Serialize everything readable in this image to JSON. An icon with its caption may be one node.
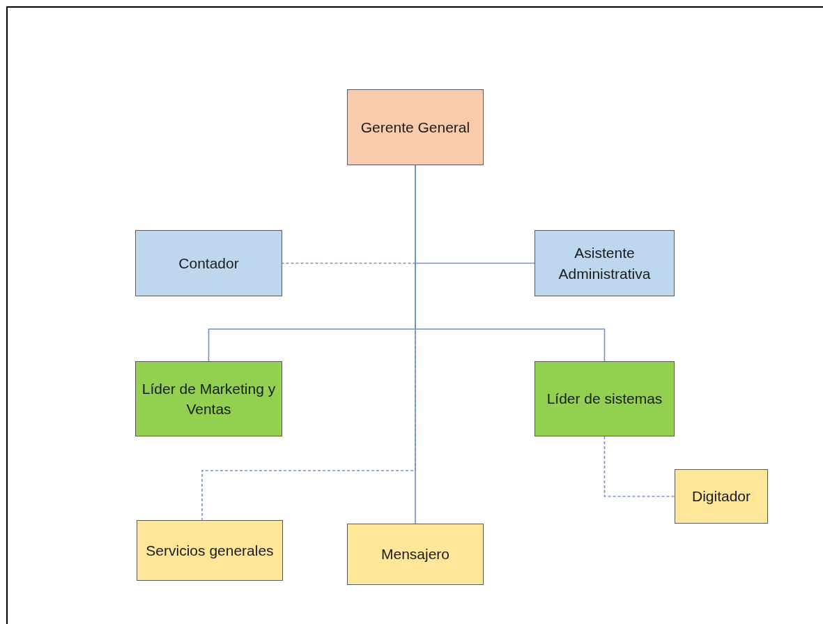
{
  "diagram": {
    "nodes": [
      {
        "text": [
          "Gerente General"
        ]
      },
      {
        "text": [
          "Contador"
        ]
      },
      {
        "text": [
          "Asistente Administrativa"
        ]
      },
      {
        "text": [
          "Líder de Marketing y Ventas"
        ]
      },
      {
        "text": [
          "Líder de sistemas"
        ]
      },
      {
        "text": [
          "Servicios generales"
        ]
      },
      {
        "text": [
          "Mensajero"
        ]
      },
      {
        "text": [
          "Digitador"
        ]
      }
    ],
    "edges": [
      {
        "from": 0,
        "to": 1,
        "arrow": "none",
        "style": "dashed"
      },
      {
        "from": 0,
        "to": 2,
        "arrow": "none"
      },
      {
        "from": 0,
        "to": 3,
        "arrow": "none"
      },
      {
        "from": 0,
        "to": 4,
        "arrow": "none"
      },
      {
        "from": 0,
        "to": 5,
        "arrow": "none",
        "style": "dashed"
      },
      {
        "from": 0,
        "to": 6,
        "arrow": "none"
      },
      {
        "from": 4,
        "to": 7,
        "arrow": "none",
        "style": "dashed"
      }
    ]
  }
}
